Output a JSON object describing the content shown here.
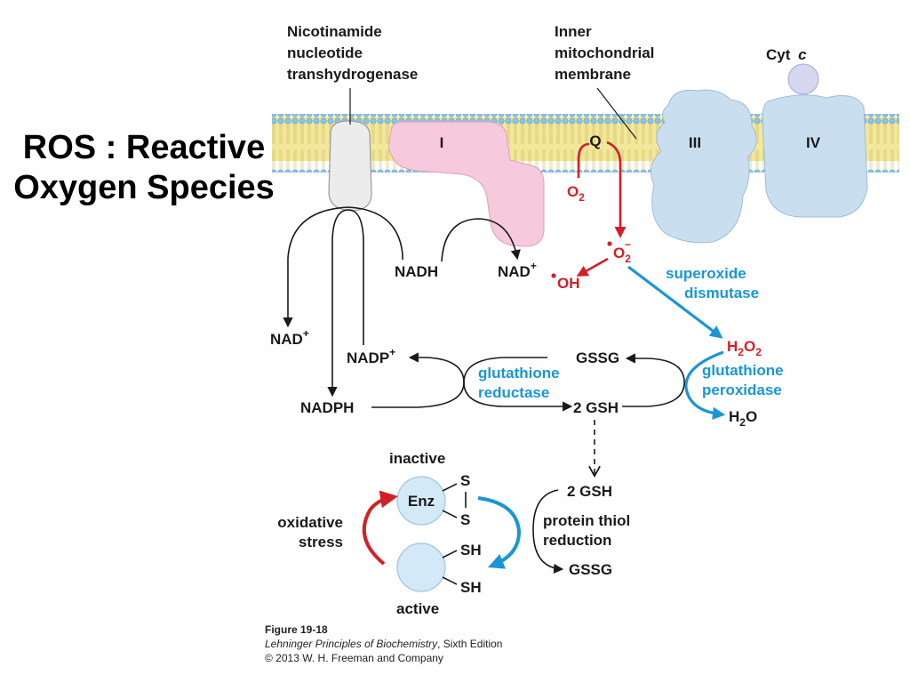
{
  "slide_title": {
    "line1": "ROS : Reactive",
    "line2": "Oxygen Species"
  },
  "labels": {
    "transhydrogenase": [
      "Nicotinamide",
      "nucleotide",
      "transhydrogenase"
    ],
    "inner_membrane": [
      "Inner",
      "mitochondrial",
      "membrane"
    ],
    "cyt_c": "Cyt",
    "cyt_c_italic": "c",
    "complex_I": "I",
    "Q": "Q",
    "complex_III": "III",
    "complex_IV": "IV",
    "O2": "O",
    "O2_sub": "2",
    "superoxide": "O",
    "superoxide_sub": "2",
    "superoxide_sup": "−",
    "OH": "OH",
    "NADH": "NADH",
    "NAD_plus_right": "NAD",
    "NAD_plus_left": "NAD",
    "plus": "+",
    "NADP_plus": "NADP",
    "NADPH": "NADPH",
    "GSSG_top": "GSSG",
    "two_GSH_top": "2 GSH",
    "glutathione_reductase": [
      "glutathione",
      "reductase"
    ],
    "superoxide_dismutase": [
      "superoxide",
      "dismutase"
    ],
    "H2O2": "H",
    "H2O2_sub1": "2",
    "H2O2_mid": "O",
    "H2O2_sub2": "2",
    "glutathione_peroxidase": [
      "glutathione",
      "peroxidase"
    ],
    "H2O": "H",
    "H2O_sub": "2",
    "H2O_end": "O",
    "inactive": "inactive",
    "active": "active",
    "Enz": "Enz",
    "S1": "S",
    "S2": "S",
    "SH1": "SH",
    "SH2": "SH",
    "oxidative_stress": [
      "oxidative",
      "stress"
    ],
    "two_GSH_bottom": "2 GSH",
    "protein_thiol_reduction": [
      "protein thiol",
      "reduction"
    ],
    "GSSG_bottom": "GSSG"
  },
  "caption": {
    "figure": "Figure 19-18",
    "book_title": "Lehninger Principles of Biochemistry",
    "edition": ", Sixth Edition",
    "copyright": "© 2013 W. H. Freeman and Company"
  },
  "colors": {
    "membrane": "#f2e79a",
    "lipid_head": "#8ec3e3",
    "complex_I": "#f7c9dc",
    "complex_III_IV": "#c9dff0",
    "cyt_c": "#d6d6ee",
    "transhydrogenase": "#ececec",
    "enzyme": "#d3e9f8",
    "red": "#d32027",
    "blue": "#1a96d4"
  }
}
